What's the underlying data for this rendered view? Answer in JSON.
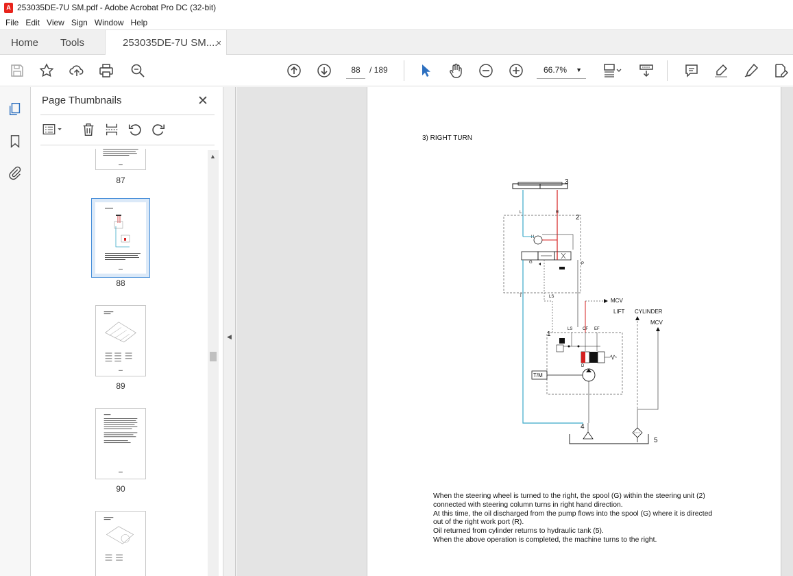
{
  "window": {
    "title": "253035DE-7U SM.pdf - Adobe Acrobat Pro DC (32-bit)",
    "app_icon_letter": "A"
  },
  "menu": [
    "File",
    "Edit",
    "View",
    "Sign",
    "Window",
    "Help"
  ],
  "tabs": {
    "home": "Home",
    "tools": "Tools",
    "document": "253035DE-7U SM....",
    "close_glyph": "×"
  },
  "toolbar": {
    "icons": [
      "save-icon",
      "bookmark-star-icon",
      "upload-icon",
      "print-icon",
      "search-zoom-icon",
      "page-up-icon",
      "page-down-icon",
      "select-cursor-icon",
      "hand-icon",
      "zoom-out-icon",
      "zoom-in-icon",
      "fit-page-icon",
      "scroll-mode-icon",
      "comment-icon",
      "highlight-icon",
      "draw-icon",
      "fill-sign-icon"
    ],
    "current_page": "88",
    "total_pages": "/ 189",
    "zoom": "66.7%"
  },
  "panel": {
    "title": "Page Thumbnails",
    "close_glyph": "✕",
    "thumbnails": [
      {
        "number": "87",
        "selected": false
      },
      {
        "number": "88",
        "selected": true
      },
      {
        "number": "89",
        "selected": false
      },
      {
        "number": "90",
        "selected": false
      }
    ]
  },
  "document": {
    "heading": "3) RIGHT TURN",
    "diagram_labels": {
      "steering_wheel": "3",
      "steering_unit": "2",
      "priority_valve": "1",
      "pump": "4",
      "tank_filter": "5",
      "port_left": "L",
      "port_right": "R",
      "port_h": "H",
      "port_g": "G",
      "port_p": "P",
      "port_t": "T",
      "port_ls_unit": "LS",
      "port_ls": "LS",
      "port_cf": "CF",
      "port_ef": "EF",
      "port_d": "D",
      "tm": "T/M",
      "mcv_top": "MCV",
      "lift": "LIFT",
      "cylinder": "CYLINDER",
      "mcv_bottom": "MCV"
    },
    "body": [
      "When the steering wheel is turned to the right, the spool (G) within the steering unit (2)",
      "connected with steering column turns in right hand direction.",
      "At this time, the oil discharged from the pump flows into the spool (G) where it is directed",
      "out of the right work port (R).",
      "Oil returned from cylinder returns to hydraulic tank (5).",
      "When the above operation is completed, the machine turns to the right."
    ]
  },
  "colors": {
    "accent_blue": "#2c6fbf",
    "line_red": "#d42020",
    "line_cyan": "#38a8c8",
    "panel_selected": "#dbe9f8"
  }
}
